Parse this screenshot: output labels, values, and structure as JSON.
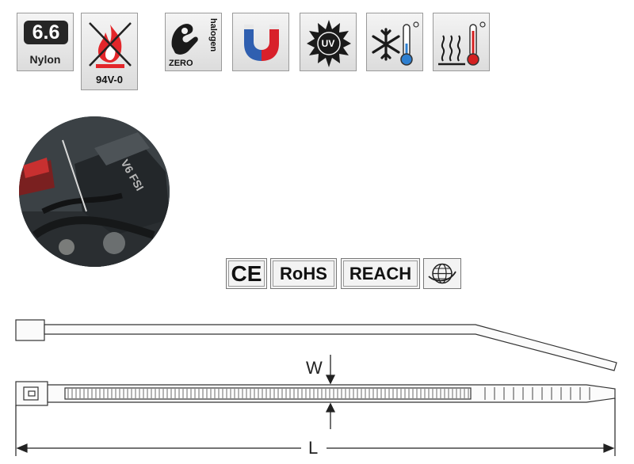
{
  "badges": {
    "material_value": "6.6",
    "material_name": "Nylon",
    "flame_rating": "94V-0",
    "zero": "ZERO",
    "halogen": "halogen",
    "uv": "UV"
  },
  "certifications": {
    "ce": "CE",
    "rohs": "RoHS",
    "reach": "REACH"
  },
  "dimensions": {
    "width_label": "W",
    "length_label": "L"
  },
  "photo": {
    "engine_text": "V6 FSI"
  },
  "icons": [
    "flame-crossed-icon",
    "zero-halogen-hand-icon",
    "magnet-icon",
    "uv-sun-icon",
    "snowflake-thermometer-icon",
    "heat-thermometer-icon",
    "globe-icon"
  ],
  "colors": {
    "flame": "#e3262a",
    "magnet_red": "#d8202a",
    "magnet_blue": "#2f5fb0",
    "cold_blue": "#2d7fd0",
    "hot_red": "#d42020"
  }
}
